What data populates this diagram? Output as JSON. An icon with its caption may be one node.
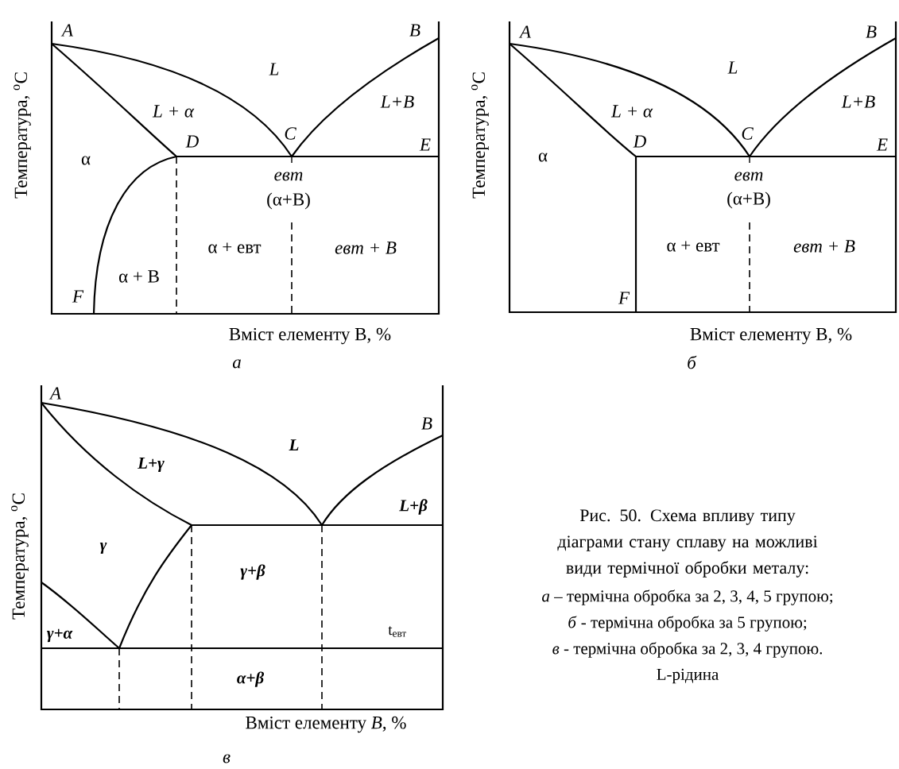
{
  "diagram": {
    "caption": "Рис. 50. Схема впливу типу діаграми стану сплаву на можливі види термічної обробки металу:",
    "labels": [
      "Температура, $^{o}$C",
      "A",
      "B",
      "L",
      "L + α",
      "L+B",
      "C",
      "D",
      "E",
      "α",
      "евт",
      "(α+B)",
      "α + евт",
      "евт + B",
      "α + B",
      "F",
      "Вміст елементу B, %",
      "а",
      "Температура, $^{o}$C",
      "A",
      "B",
      "L",
      "L + α",
      "L+B",
      "C",
      "D",
      "E",
      "α",
      "евт",
      "(α+B)",
      "α + евт",
      "евт + B",
      "F",
      "Вміст елементу B, %",
      "б",
      "Температура, $^{o}$C",
      "A",
      "B",
      "L",
      "L+γ",
      "L+β",
      "γ",
      "γ+β",
      "γ+α",
      "t$_{евт}$",
      "α+β",
      "Вміст елементу *B*, %",
      "в",
      "*а* – термічна обробка за 2, 3, 4, 5 групою;",
      "*б* - термічна обробка за 5 групою;",
      "*в* - термічна обробка за 2, 3, 4 групою.",
      "L-рідина"
    ]
  }
}
